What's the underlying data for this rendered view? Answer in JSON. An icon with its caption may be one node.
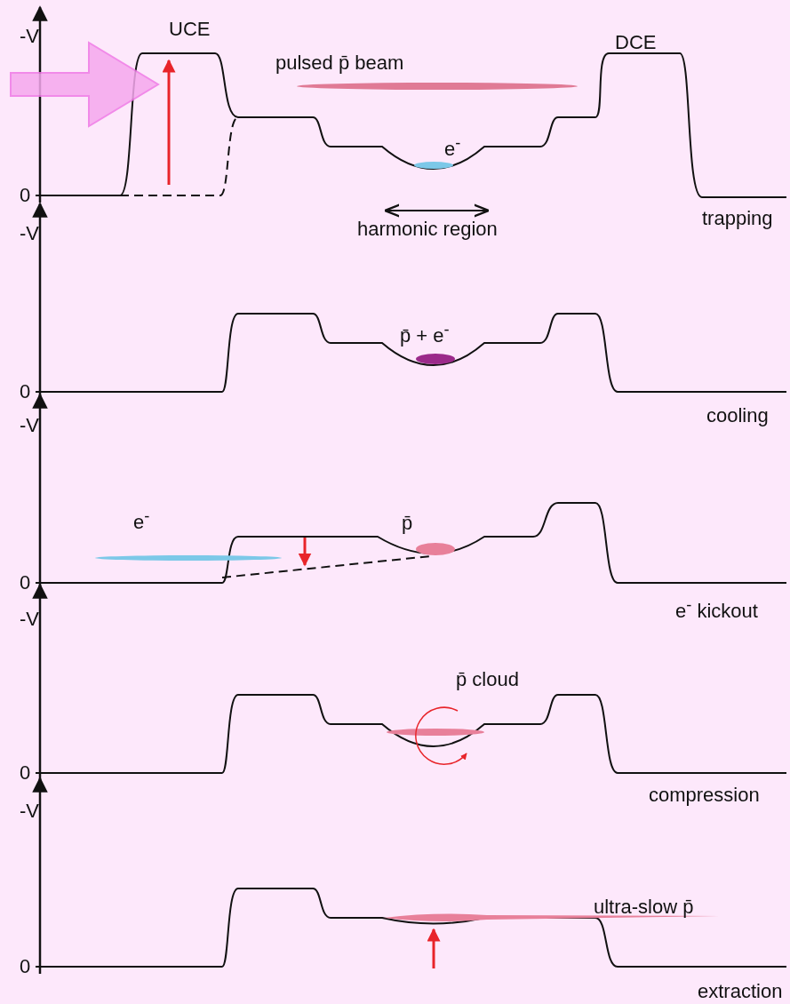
{
  "diagram": {
    "labels": [
      "-V",
      "UCE",
      "pulsed p̄ beam",
      "DCE",
      "e$^{-}$",
      "0",
      "harmonic region",
      "trapping",
      "-V",
      "p̄ + e$^{-}$",
      "0",
      "cooling",
      "-V",
      "e$^{-}$",
      "p̄",
      "0",
      "e$^{-}$ kickout",
      "-V",
      "p̄ cloud",
      "0",
      "compression",
      "-V",
      "ultra-slow p̄",
      "0",
      "extraction"
    ]
  }
}
